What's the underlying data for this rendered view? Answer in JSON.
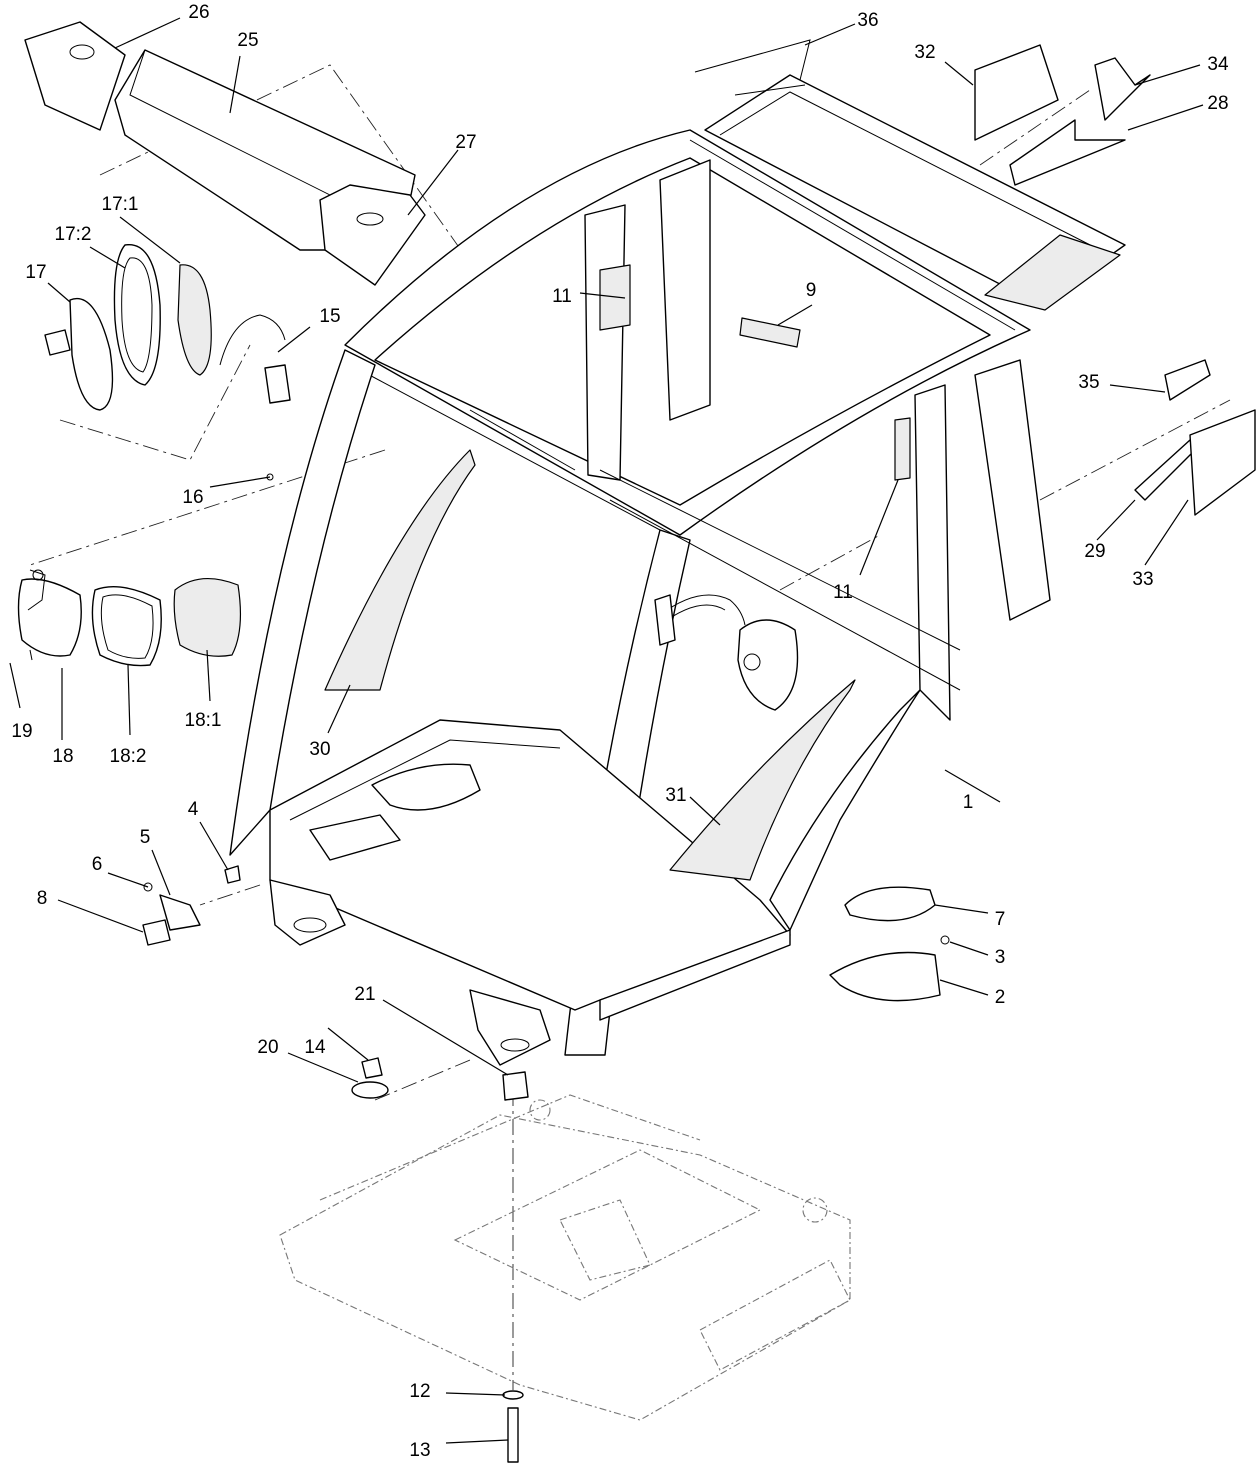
{
  "callouts": [
    {
      "id": "c1",
      "label": "1"
    },
    {
      "id": "c2",
      "label": "2"
    },
    {
      "id": "c3",
      "label": "3"
    },
    {
      "id": "c4",
      "label": "4"
    },
    {
      "id": "c5",
      "label": "5"
    },
    {
      "id": "c6",
      "label": "6"
    },
    {
      "id": "c7",
      "label": "7"
    },
    {
      "id": "c8",
      "label": "8"
    },
    {
      "id": "c9",
      "label": "9"
    },
    {
      "id": "c11a",
      "label": "11"
    },
    {
      "id": "c11b",
      "label": "11"
    },
    {
      "id": "c12",
      "label": "12"
    },
    {
      "id": "c13",
      "label": "13"
    },
    {
      "id": "c14",
      "label": "14"
    },
    {
      "id": "c15",
      "label": "15"
    },
    {
      "id": "c16",
      "label": "16"
    },
    {
      "id": "c17",
      "label": "17"
    },
    {
      "id": "c17_1",
      "label": "17:1"
    },
    {
      "id": "c17_2",
      "label": "17:2"
    },
    {
      "id": "c18",
      "label": "18"
    },
    {
      "id": "c18_1",
      "label": "18:1"
    },
    {
      "id": "c18_2",
      "label": "18:2"
    },
    {
      "id": "c19",
      "label": "19"
    },
    {
      "id": "c20",
      "label": "20"
    },
    {
      "id": "c21",
      "label": "21"
    },
    {
      "id": "c25",
      "label": "25"
    },
    {
      "id": "c26",
      "label": "26"
    },
    {
      "id": "c27",
      "label": "27"
    },
    {
      "id": "c28",
      "label": "28"
    },
    {
      "id": "c29",
      "label": "29"
    },
    {
      "id": "c30",
      "label": "30"
    },
    {
      "id": "c31",
      "label": "31"
    },
    {
      "id": "c32",
      "label": "32"
    },
    {
      "id": "c33",
      "label": "33"
    },
    {
      "id": "c34",
      "label": "34"
    },
    {
      "id": "c35",
      "label": "35"
    },
    {
      "id": "c36",
      "label": "36"
    }
  ]
}
